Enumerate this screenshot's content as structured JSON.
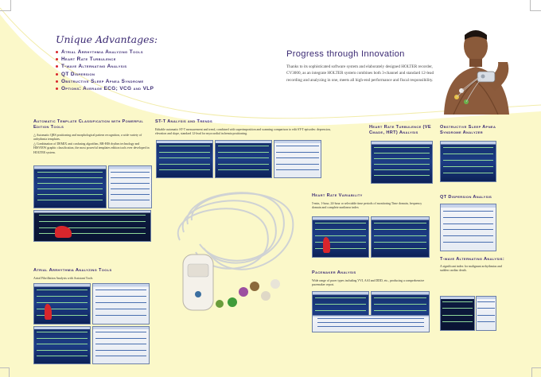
{
  "advantages": {
    "title": "Unique Advantages:",
    "items": [
      "Atrial Arrhythmia Analyzing Tools",
      "Heart Rate Turbulence",
      "T-wave Alternating Analysis",
      "QT Dispersion",
      "Obstructive Sleep Apnea Syndrome",
      "Options: Average ECG; VCG and VLP"
    ]
  },
  "progress": {
    "title": "Progress through Innovation",
    "body": "Thanks to its sophisticated software system and elaborately designed HOLTER recorder, CV3000, as an integrate HOLTER system combines both 3-channel and standard 12-lead recording and analyzing in one, meets all high-end performance and fiscal responsibility."
  },
  "sections": {
    "template": {
      "title": "Automatic Template Classification with Powerful Edition Tools",
      "p1": "△ Automatic QRS positioning and morphological pattern recognition, a wide variety of arrhythmia templates.",
      "p2": "△ Combination of DEMIX anti confusing algorithm, RR-HIS rhythm technology and HISVIEW graphic classification, the most powerful templates edition tools ever developed in HOLTER system."
    },
    "st": {
      "title": "ST-T Analysis and Trends",
      "body": "Editable automatic ST-T measurement and trend, combined with superimposition and scanning comparison to edit ST-T episodes: depression, elevation and slope, standard 12-lead for myocardial ischemia positioning."
    },
    "hrt": {
      "title": "Heart Rate Turbulence (VE Cmade, HRT) Analysis"
    },
    "osa": {
      "title": "Obstructive Sleep Apnea Syndrome Analyzer"
    },
    "hrv": {
      "title": "Heart Rate Variability",
      "body": "5-min, 1-hour, 24-hour or selectable time periods of monitoring Time domain, frequency domain and complete nonlinear index"
    },
    "qt": {
      "title": "QT Dispersion Analysis"
    },
    "atrial": {
      "title": "Atrial Arrhythmia Analyzing Tools",
      "body": "Atrial Fibrillation Analysis with Assistant Tools"
    },
    "pace": {
      "title": "Pacemaker Analysis",
      "body": "Wide range of pacer types including VVI, AAI and DDD, etc., producing a comprehensive pacemaker report."
    },
    "twave": {
      "title": "T-wave Alternating Analysis:",
      "body": "A significant index for malignant arrhythmias and sudden cardiac death."
    }
  },
  "colors": {
    "accent": "#3b2a73",
    "cream": "#fbf8c9",
    "bullet": "#d8262c",
    "screen": "#1d3d86"
  }
}
